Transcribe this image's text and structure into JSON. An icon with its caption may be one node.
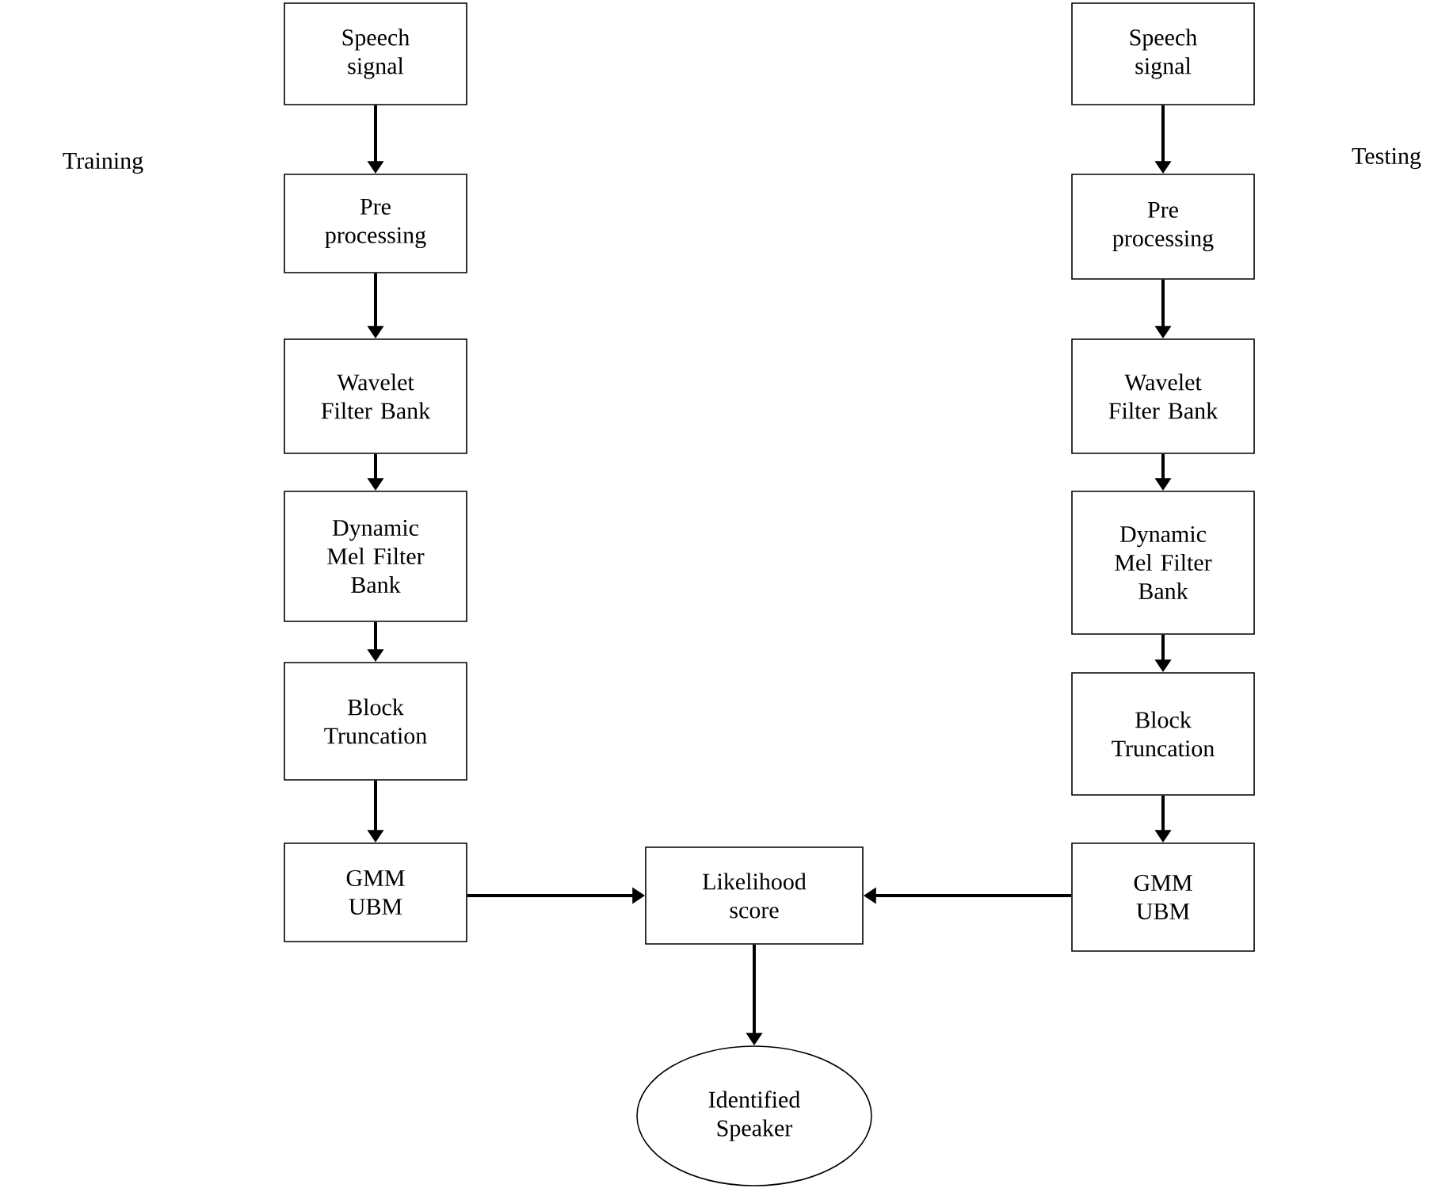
{
  "diagram": {
    "nodes": [
      {
        "text": [
          "Speech signal"
        ]
      },
      {
        "text": [
          "Pre processing"
        ]
      },
      {
        "text": [
          "Wavelet Filter Bank"
        ]
      },
      {
        "text": [
          "Dynamic Mel Filter Bank"
        ]
      },
      {
        "text": [
          "Block Truncation"
        ]
      },
      {
        "text": [
          "GMM UBM"
        ]
      },
      {
        "text": [
          "Speech signal"
        ]
      },
      {
        "text": [
          "Pre processing"
        ]
      },
      {
        "text": [
          "Wavelet Filter Bank"
        ]
      },
      {
        "text": [
          "Dynamic Mel Filter Bank"
        ]
      },
      {
        "text": [
          "Block Truncation"
        ]
      },
      {
        "text": [
          "GMM UBM"
        ]
      },
      {
        "text": [
          "Likelihood score"
        ]
      },
      {
        "text": [
          "Identified Speaker"
        ]
      }
    ],
    "edges": [
      {
        "from": 0,
        "to": 1,
        "arrow": "to"
      },
      {
        "from": 1,
        "to": 2,
        "arrow": "to"
      },
      {
        "from": 2,
        "to": 3,
        "arrow": "to"
      },
      {
        "from": 3,
        "to": 4,
        "arrow": "to"
      },
      {
        "from": 4,
        "to": 5,
        "arrow": "to"
      },
      {
        "from": 6,
        "to": 7,
        "arrow": "to"
      },
      {
        "from": 7,
        "to": 8,
        "arrow": "to"
      },
      {
        "from": 8,
        "to": 9,
        "arrow": "to"
      },
      {
        "from": 9,
        "to": 10,
        "arrow": "to"
      },
      {
        "from": 10,
        "to": 11,
        "arrow": "to"
      },
      {
        "from": 5,
        "to": 12,
        "arrow": "to"
      },
      {
        "from": 11,
        "to": 12,
        "arrow": "to"
      },
      {
        "from": 12,
        "to": 13,
        "arrow": "to"
      }
    ],
    "labels": [
      "Training",
      "Testing"
    ]
  }
}
